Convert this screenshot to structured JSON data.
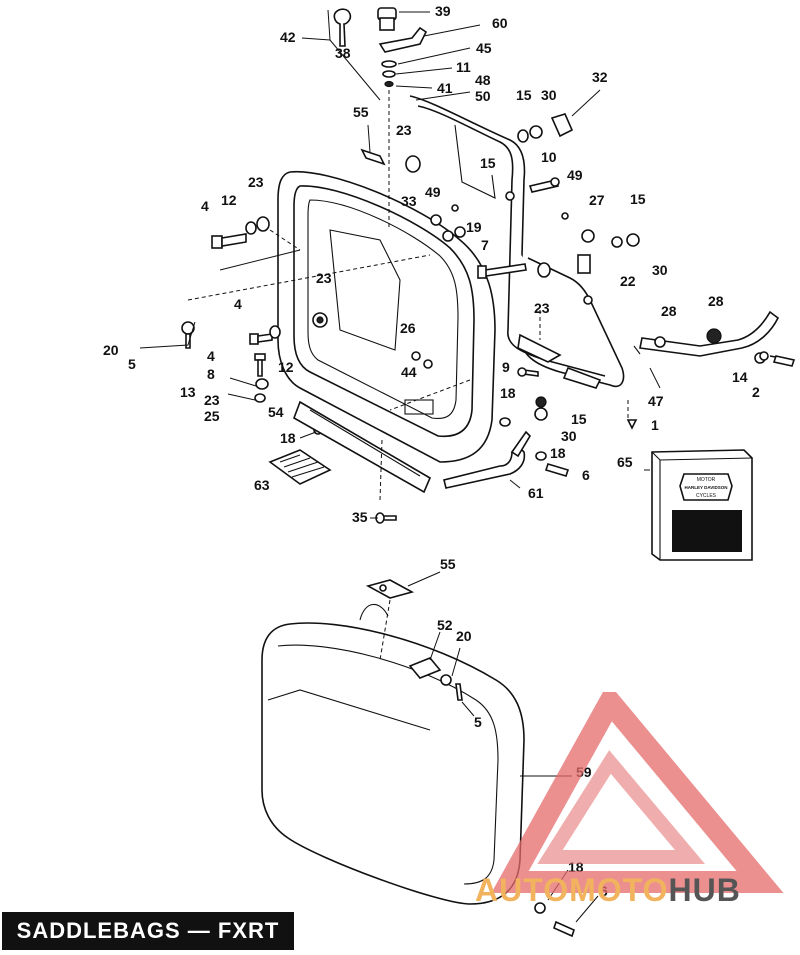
{
  "title": "SADDLEBAGS — FXRT",
  "watermark": {
    "part1": "AUTOMOTO",
    "part2": "HUB"
  },
  "decal_text": "HARLEY DAVIDSON",
  "decal_text_top": "MOTOR",
  "decal_text_bottom": "CYCLES",
  "colors": {
    "line": "#111111",
    "watermark_red": "#e46a6a",
    "watermark_orange": "#f2b35e",
    "watermark_gray": "#555555"
  },
  "callouts": [
    {
      "id": "c42",
      "text": "42"
    },
    {
      "id": "c38",
      "text": "38"
    },
    {
      "id": "c39",
      "text": "39"
    },
    {
      "id": "c60",
      "text": "60"
    },
    {
      "id": "c45",
      "text": "45"
    },
    {
      "id": "c11",
      "text": "11"
    },
    {
      "id": "c41",
      "text": "41"
    },
    {
      "id": "c48",
      "text": "48"
    },
    {
      "id": "c50",
      "text": "50"
    },
    {
      "id": "c15a",
      "text": "15"
    },
    {
      "id": "c30a",
      "text": "30"
    },
    {
      "id": "c32",
      "text": "32"
    },
    {
      "id": "c55a",
      "text": "55"
    },
    {
      "id": "c23a",
      "text": "23"
    },
    {
      "id": "c15b",
      "text": "15"
    },
    {
      "id": "c10",
      "text": "10"
    },
    {
      "id": "c49a",
      "text": "49"
    },
    {
      "id": "c49b",
      "text": "49"
    },
    {
      "id": "c33",
      "text": "33"
    },
    {
      "id": "c19",
      "text": "19"
    },
    {
      "id": "c27",
      "text": "27"
    },
    {
      "id": "c15c",
      "text": "15"
    },
    {
      "id": "c7",
      "text": "7"
    },
    {
      "id": "c22",
      "text": "22"
    },
    {
      "id": "c30b",
      "text": "30"
    },
    {
      "id": "c4a",
      "text": "4"
    },
    {
      "id": "c12a",
      "text": "12"
    },
    {
      "id": "c23b",
      "text": "23"
    },
    {
      "id": "c23c",
      "text": "23"
    },
    {
      "id": "c23d",
      "text": "23"
    },
    {
      "id": "c28a",
      "text": "28"
    },
    {
      "id": "c28b",
      "text": "28"
    },
    {
      "id": "c4b",
      "text": "4"
    },
    {
      "id": "c26",
      "text": "26"
    },
    {
      "id": "c20a",
      "text": "20"
    },
    {
      "id": "c5a",
      "text": "5"
    },
    {
      "id": "c12b",
      "text": "12"
    },
    {
      "id": "c4c",
      "text": "4"
    },
    {
      "id": "c8",
      "text": "8"
    },
    {
      "id": "c44",
      "text": "44"
    },
    {
      "id": "c9",
      "text": "9"
    },
    {
      "id": "c14",
      "text": "14"
    },
    {
      "id": "c2",
      "text": "2"
    },
    {
      "id": "c13",
      "text": "13"
    },
    {
      "id": "c23e",
      "text": "23"
    },
    {
      "id": "c25",
      "text": "25"
    },
    {
      "id": "c18a",
      "text": "18"
    },
    {
      "id": "c15d",
      "text": "15"
    },
    {
      "id": "c47",
      "text": "47"
    },
    {
      "id": "c1",
      "text": "1"
    },
    {
      "id": "c54",
      "text": "54"
    },
    {
      "id": "c30c",
      "text": "30"
    },
    {
      "id": "c18b",
      "text": "18"
    },
    {
      "id": "c18c",
      "text": "18"
    },
    {
      "id": "c65",
      "text": "65"
    },
    {
      "id": "c6a",
      "text": "6"
    },
    {
      "id": "c63",
      "text": "63"
    },
    {
      "id": "c61",
      "text": "61"
    },
    {
      "id": "c35",
      "text": "35"
    },
    {
      "id": "c55b",
      "text": "55"
    },
    {
      "id": "c52",
      "text": "52"
    },
    {
      "id": "c20b",
      "text": "20"
    },
    {
      "id": "c5b",
      "text": "5"
    },
    {
      "id": "c59",
      "text": "59"
    },
    {
      "id": "c18d",
      "text": "18"
    },
    {
      "id": "c6b",
      "text": "6"
    }
  ]
}
